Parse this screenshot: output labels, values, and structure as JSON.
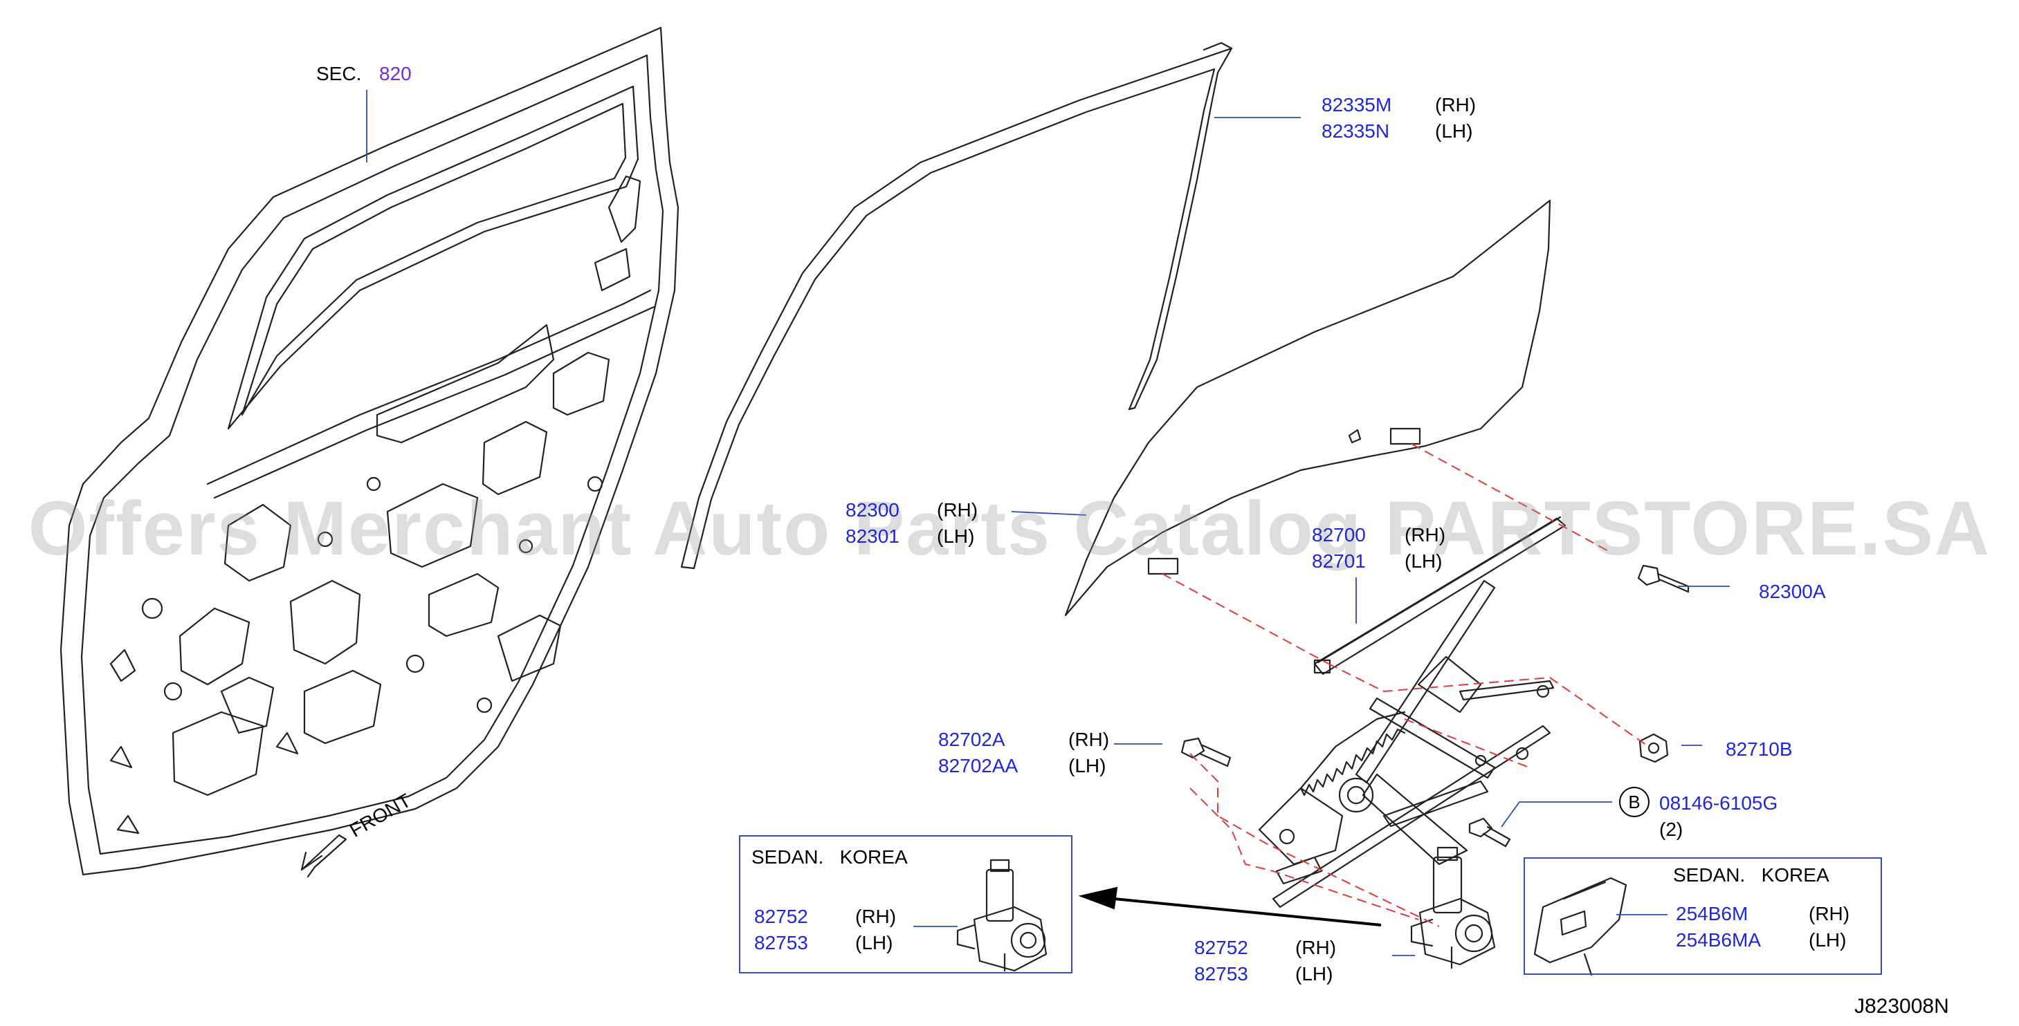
{
  "diagram_id": "J823008N",
  "watermark": "Offers Merchant Auto Parts Catalog PARTSTORE.SA",
  "section": {
    "prefix": "SEC.",
    "number": "820"
  },
  "front_label": "FRONT",
  "labels": {
    "weatherstrip": {
      "rh": "82335M",
      "lh": "82335N",
      "rh_side": "(RH)",
      "lh_side": "(LH)"
    },
    "glass": {
      "rh": "82300",
      "lh": "82301",
      "rh_side": "(RH)",
      "lh_side": "(LH)"
    },
    "regulator": {
      "rh": "82700",
      "lh": "82701",
      "rh_side": "(RH)",
      "lh_side": "(LH)"
    },
    "glass_bolt": "82300A",
    "regulator_bolt": {
      "rh": "82702A",
      "lh": "82702AA",
      "rh_side": "(RH)",
      "lh_side": "(LH)"
    },
    "nut": "82710B",
    "bolt_b": {
      "marker": "B",
      "part": "08146-6105G",
      "qty": "(2)"
    },
    "motor": {
      "rh": "82752",
      "lh": "82753",
      "rh_side": "(RH)",
      "lh_side": "(LH)"
    }
  },
  "box_motor": {
    "title": "SEDAN.   KOREA",
    "rh": "82752",
    "lh": "82753",
    "rh_side": "(RH)",
    "lh_side": "(LH)"
  },
  "box_module": {
    "title": "SEDAN.   KOREA",
    "rh": "254B6M",
    "lh": "254B6MA",
    "rh_side": "(RH)",
    "lh_side": "(LH)"
  },
  "colors": {
    "part_number": "#1f27d6",
    "section_number": "#7a2ad8",
    "leader": "#2a4db0",
    "dashed": "#e23a3a"
  }
}
